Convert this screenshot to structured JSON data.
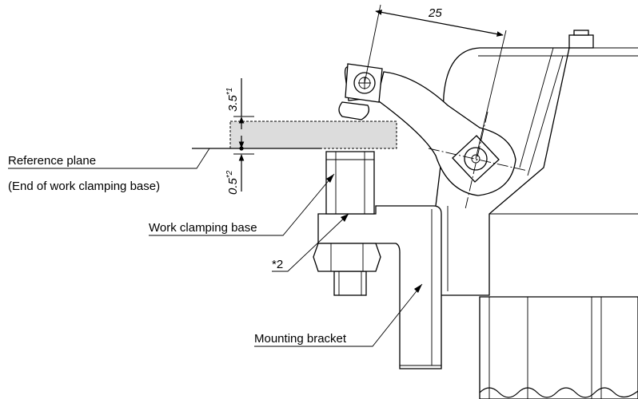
{
  "dimensions": {
    "top": "25",
    "upper_value": "3.5",
    "upper_mark": "*1",
    "lower_value": "0.5",
    "lower_mark": "*2"
  },
  "labels": {
    "reference_plane": "Reference plane",
    "reference_plane_note": "(End of work clamping base)",
    "work_clamping_base": "Work clamping base",
    "note_marker": "*2",
    "mounting_bracket": "Mounting bracket"
  }
}
